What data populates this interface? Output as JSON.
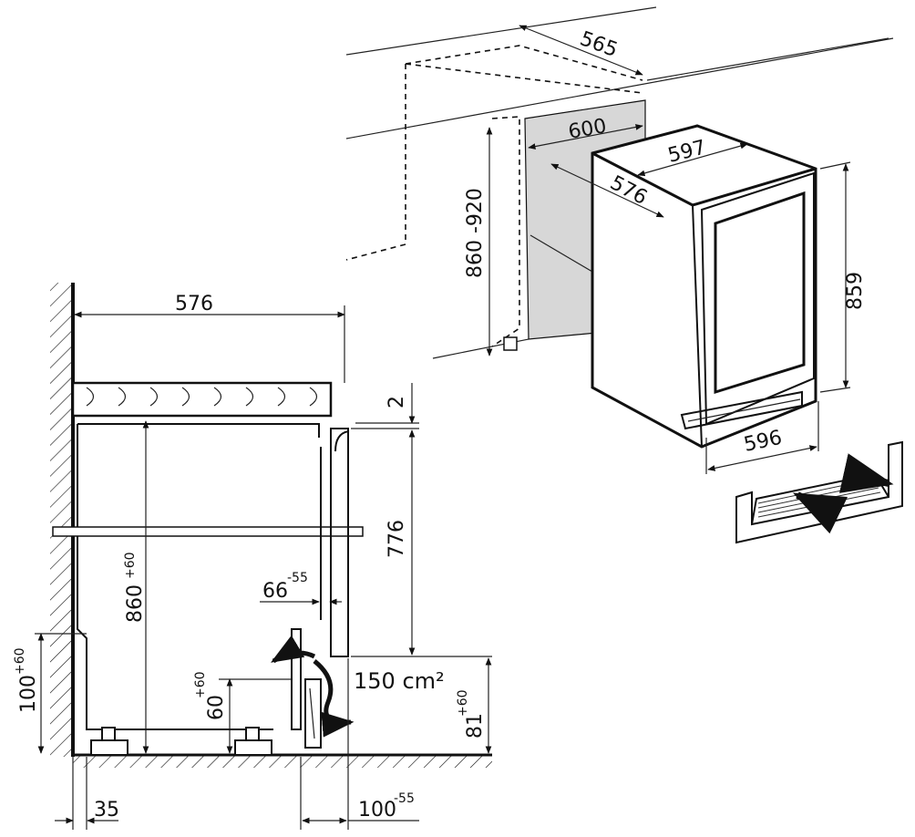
{
  "colors": {
    "ink": "#111111",
    "niche_fill": "#d7d7d7",
    "background": "#ffffff"
  },
  "top_view": {
    "niche_depth": "565",
    "niche_width": "600",
    "niche_height": "860 -920",
    "appliance_width": "597",
    "appliance_depth": "576",
    "appliance_height": "859",
    "appliance_front_width": "596"
  },
  "side_view": {
    "top_depth": "576",
    "gap_top": "2",
    "door_height": "776",
    "niche_height": {
      "value": "860",
      "tolerance": "+60"
    },
    "recess_depth": {
      "value": "66",
      "tolerance": "-55"
    },
    "ventilation": "150 cm²",
    "wall_plinth": {
      "value": "100",
      "tolerance": "+60"
    },
    "foot_height": {
      "value": "60",
      "tolerance": "+60"
    },
    "plinth_height": {
      "value": "81",
      "tolerance": "+60"
    },
    "rear_offset": "35",
    "front_offset": {
      "value": "100",
      "tolerance": "-55"
    }
  }
}
